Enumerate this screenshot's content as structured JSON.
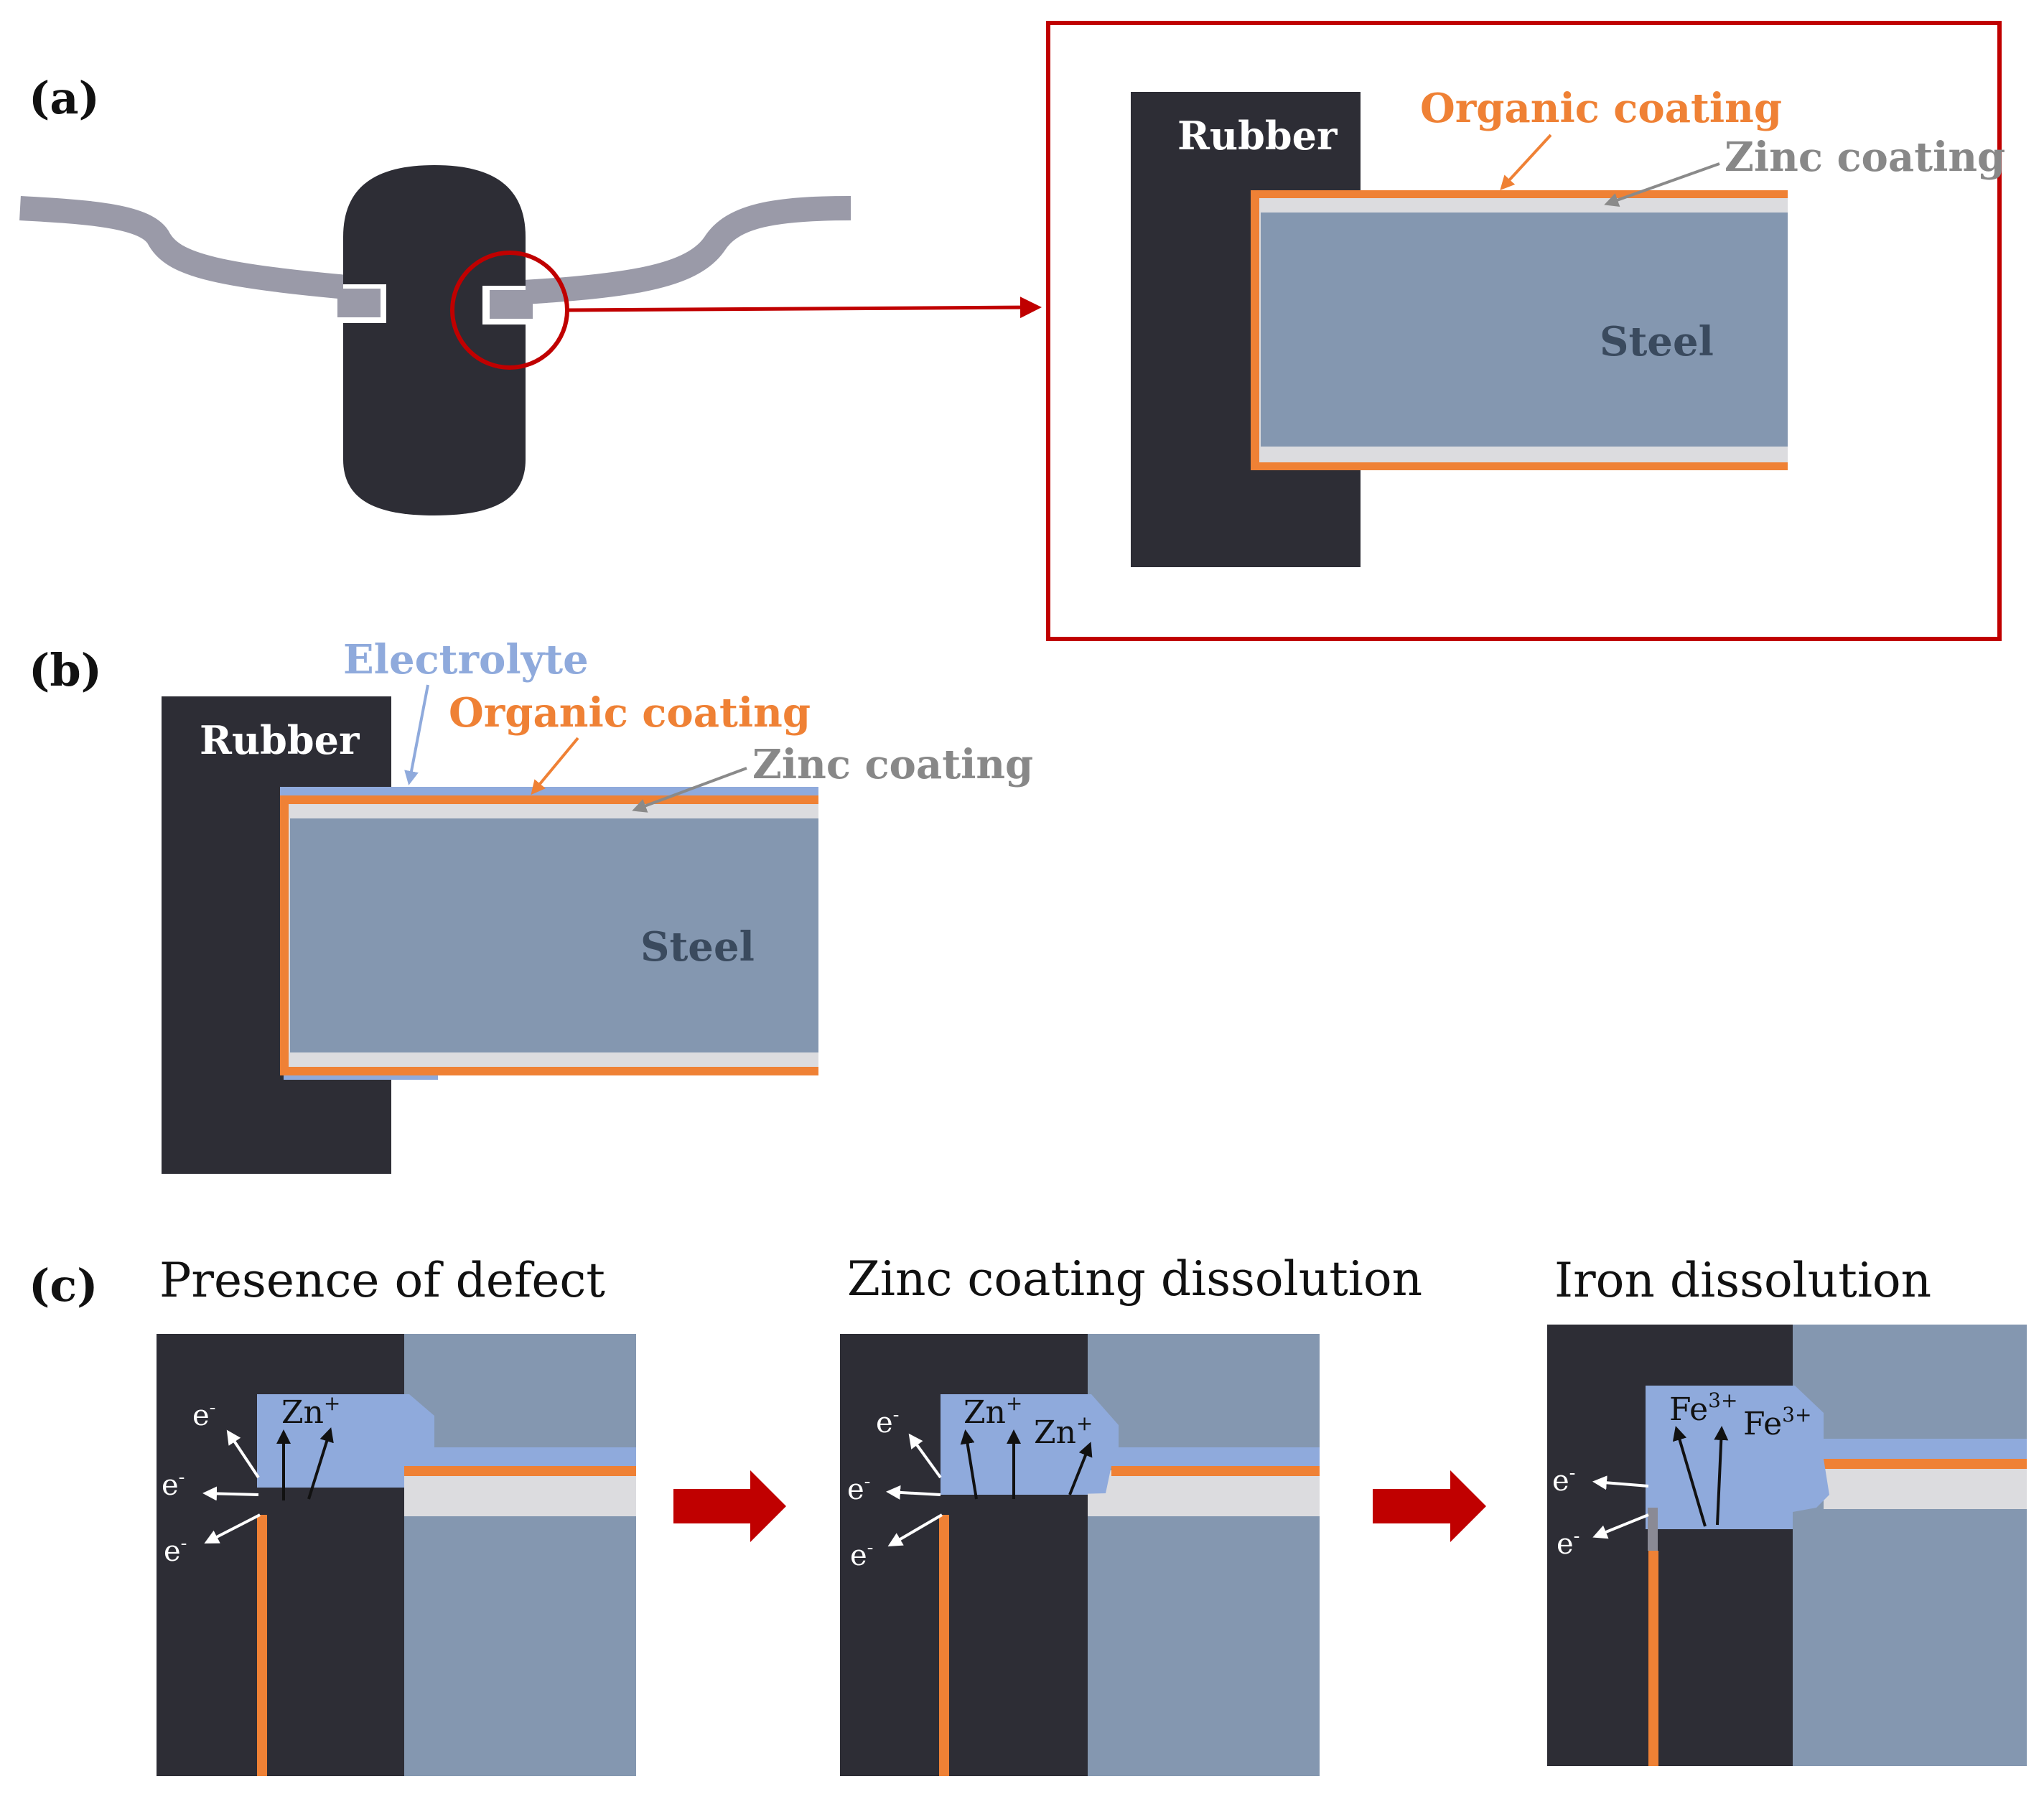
{
  "panels": {
    "a": {
      "tag": "(a)",
      "labels": {
        "rubber": "Rubber",
        "organic": "Organic coating",
        "zinc": "Zinc coating",
        "steel": "Steel"
      }
    },
    "b": {
      "tag": "(b)",
      "labels": {
        "electrolyte": "Electrolyte",
        "rubber": "Rubber",
        "organic": "Organic coating",
        "zinc": "Zinc coating",
        "steel": "Steel"
      }
    },
    "c": {
      "tag": "(c)",
      "steps": [
        {
          "title": "Presence of defect",
          "ions": [
            "Zn",
            "+"
          ],
          "electron": "e",
          "electron_sup": "-"
        },
        {
          "title": "Zinc coating dissolution",
          "ions": [
            "Zn",
            "+"
          ],
          "electron": "e",
          "electron_sup": "-"
        },
        {
          "title": "Iron dissolution",
          "ions": [
            "Fe",
            "3+"
          ],
          "electron": "e",
          "electron_sup": "-"
        }
      ]
    }
  },
  "colors": {
    "rubber": "#2d2d35",
    "steel": "#8497b0",
    "zinc": "#dcdcdf",
    "organic": "#ef8135",
    "electrolyte": "#8faadc",
    "electrolyte_text": "#8faadc",
    "zinc_text": "#888888",
    "frame": "#c00000",
    "arrow": "#c00000",
    "wire": "#9a9aa8"
  }
}
